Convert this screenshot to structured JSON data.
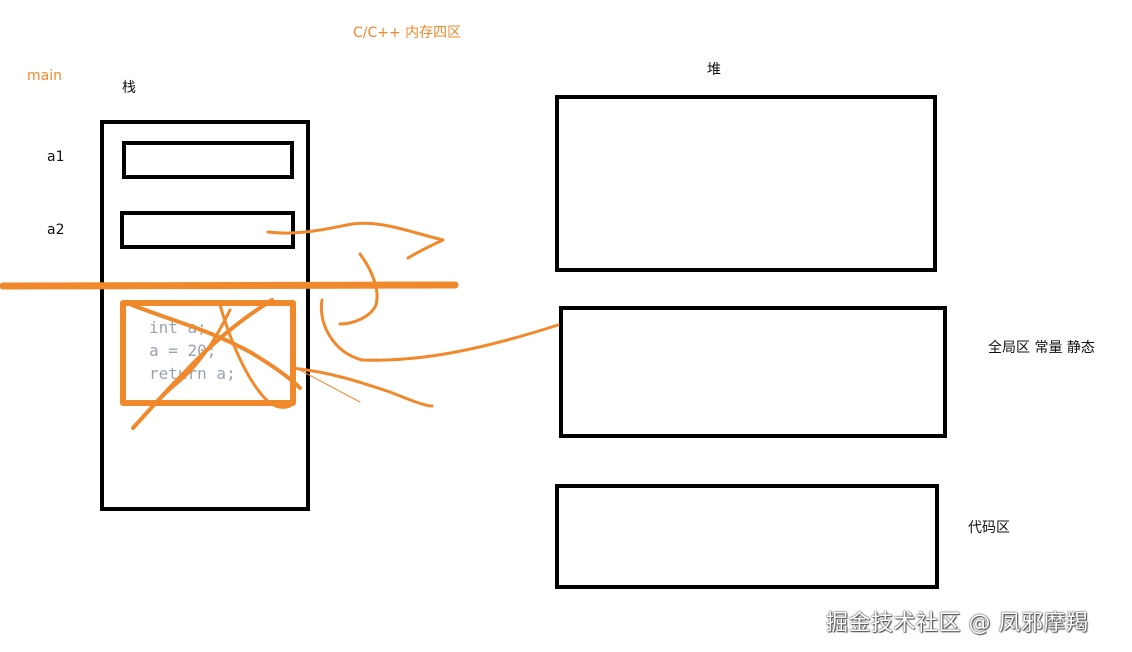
{
  "title": "C/C++ 内存四区",
  "labels": {
    "main": "main",
    "stack": "栈",
    "a1": "a1",
    "a2": "a2",
    "heap": "堆",
    "global": "全局区 常量 静态",
    "code_area": "代码区"
  },
  "code_lines": [
    "int a;",
    "a = 20;",
    "return a;"
  ],
  "watermark": "掘金技术社区 @ 凤邪摩羯",
  "colors": {
    "annotation": "#f0882c",
    "outline": "#000000",
    "code": "#9aa3ad"
  }
}
